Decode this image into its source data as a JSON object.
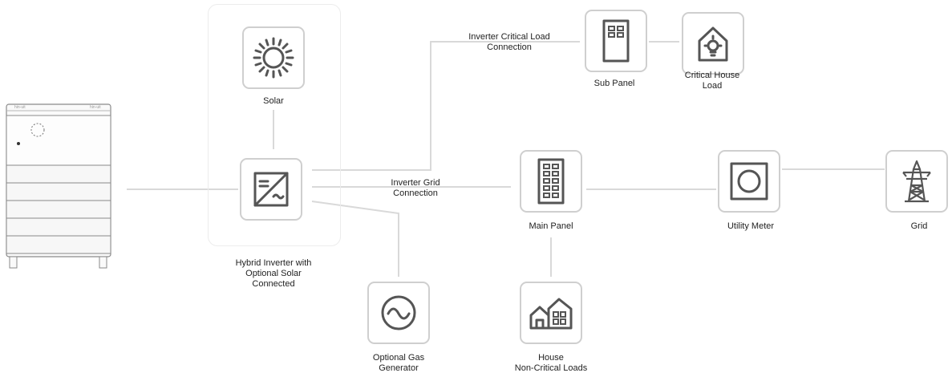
{
  "nodes": {
    "solar": {
      "label": "Solar"
    },
    "inverter": {
      "label_lines": [
        "Hybrid Inverter with",
        "Optional Solar",
        "Connected"
      ]
    },
    "generator": {
      "label_lines": [
        "Optional Gas",
        "Generator"
      ]
    },
    "sub_panel": {
      "label": "Sub Panel"
    },
    "critical_load": {
      "label_lines": [
        "Critical House",
        "Load"
      ]
    },
    "main_panel": {
      "label": "Main Panel"
    },
    "house_loads": {
      "label_lines": [
        "House",
        "Non-Critical Loads"
      ]
    },
    "utility_meter": {
      "label": "Utility Meter"
    },
    "grid": {
      "label": "Grid"
    }
  },
  "connections": {
    "critical": {
      "label_lines": [
        "Inverter Critical Load",
        "Connection"
      ]
    },
    "grid": {
      "label_lines": [
        "Inverter Grid",
        "Connection"
      ]
    }
  },
  "colors": {
    "line": "#d9d9d9",
    "tile_border": "#cfcfcf",
    "icon": "#555555"
  },
  "icons": {
    "battery": "battery-stack-icon",
    "solar": "sun-icon",
    "inverter": "inverter-icon",
    "generator": "sine-wave-icon",
    "sub_panel": "sub-panel-icon",
    "critical_load": "house-bulb-icon",
    "main_panel": "main-panel-icon",
    "house_loads": "houses-icon",
    "utility_meter": "meter-icon",
    "grid": "transmission-tower-icon"
  }
}
